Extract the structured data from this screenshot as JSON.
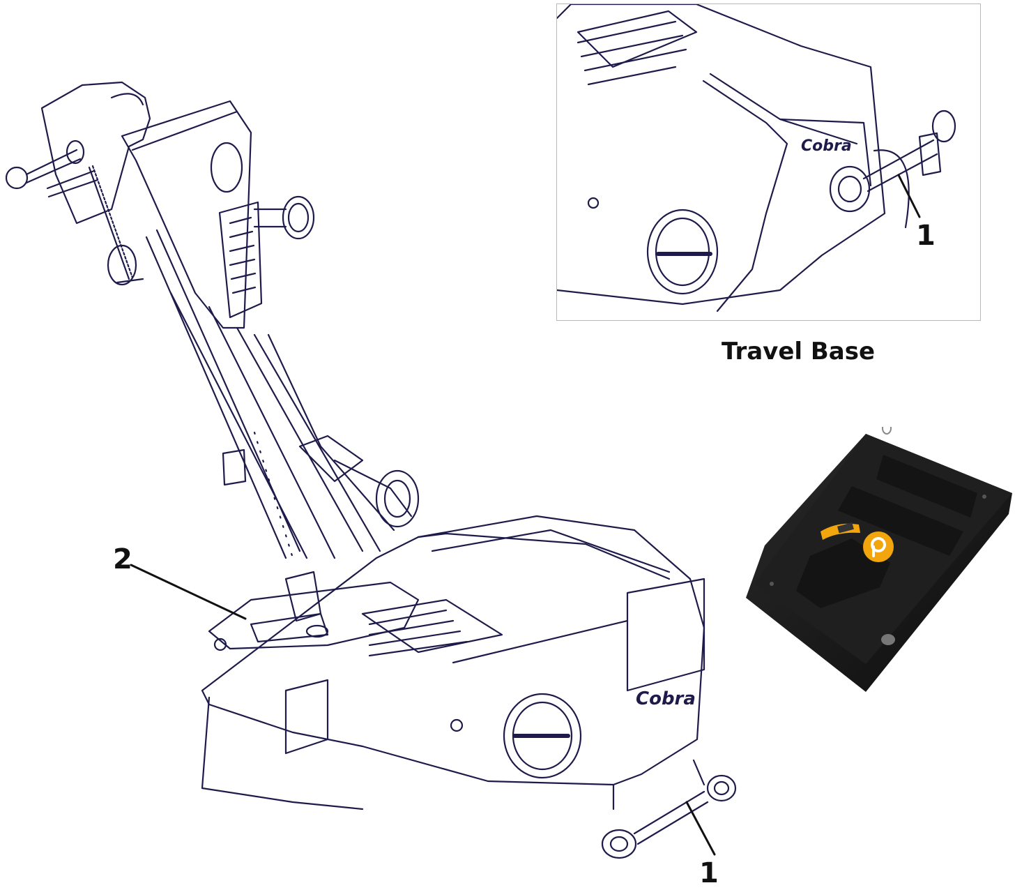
{
  "figure": {
    "caption": "Travel Base",
    "callouts": [
      "1",
      "2",
      "1"
    ],
    "brand_mark": "Cobra",
    "colors": {
      "line": "#1e1b4b",
      "base_body": "#1b1b1b",
      "strap": "#f2a50c",
      "logo_circle": "#f2a50c",
      "frame": "#b8b8b8"
    }
  }
}
